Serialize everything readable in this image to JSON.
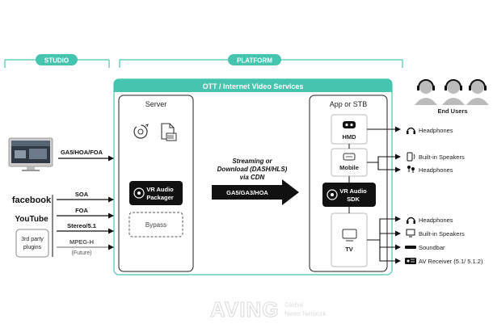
{
  "colors": {
    "teal": "#45c4b0",
    "accent_border": "#36b89f",
    "dark": "#111111",
    "text": "#222222",
    "light_border": "#c8c8c8",
    "gray_text": "#555555"
  },
  "header": {
    "studio_label": "STUDIO",
    "platform_label": "PLATFORM"
  },
  "ott": {
    "title": "OTT / Internet Video Services"
  },
  "server": {
    "title": "Server",
    "packager_label_line1": "VR Audio",
    "packager_label_line2": "Packager",
    "bypass_label": "Bypass"
  },
  "transport": {
    "line1": "Streaming or",
    "line2": "Download (DASH/HLS)",
    "line3": "via CDN",
    "formats": "GA5/GA3/HOA"
  },
  "app": {
    "title": "App or STB",
    "hmd_label": "HMD",
    "mobile_label": "Mobile",
    "sdk_label_line1": "VR Audio",
    "sdk_label_line2": "SDK",
    "tv_label": "TV"
  },
  "end_users": {
    "label": "End Users"
  },
  "sources": {
    "monitor_format": "GA5/HOA/FOA",
    "facebook_logo": "facebook",
    "youtube_logo": "YouTube",
    "plugins_line1": "3rd party",
    "plugins_line2": "plugins",
    "facebook_format": "SOA",
    "youtube_format": "FOA",
    "plugins_format": "Stereo/5.1",
    "mpegh_line1": "MPEG-H",
    "mpegh_line2": "(Future)"
  },
  "outputs": {
    "hmd_out": "Headphones",
    "mobile_out1": "Built-in Speakers",
    "mobile_out2": "Headphones",
    "tv_out1": "Headphones",
    "tv_out2": "Built-in Speakers",
    "tv_out3": "Soundbar",
    "tv_out4": "AV Receiver (5.1/ 5.1.2)"
  },
  "watermark": {
    "text": "AVING",
    "sub_line1": "Global",
    "sub_line2": "News Network"
  }
}
